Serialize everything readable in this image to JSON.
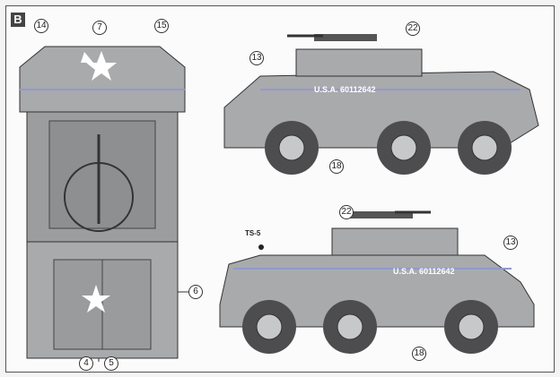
{
  "step_label": "B",
  "callouts": {
    "top_view": {
      "c14": "14",
      "c7": "7",
      "c15": "15",
      "c6": "6",
      "c4": "4",
      "c5": "5"
    },
    "side_left": {
      "c22": "22",
      "c13": "13",
      "c18": "18"
    },
    "side_right": {
      "c22": "22",
      "c13": "13",
      "c18": "18",
      "ts": "TS-5"
    }
  },
  "markings": {
    "serial": "U.S.A. 60112642"
  },
  "colors": {
    "vehicle": "#a9aaac",
    "dark": "#6f7072",
    "tire": "#4d4d4f",
    "stripe": "#8f9ad0"
  }
}
